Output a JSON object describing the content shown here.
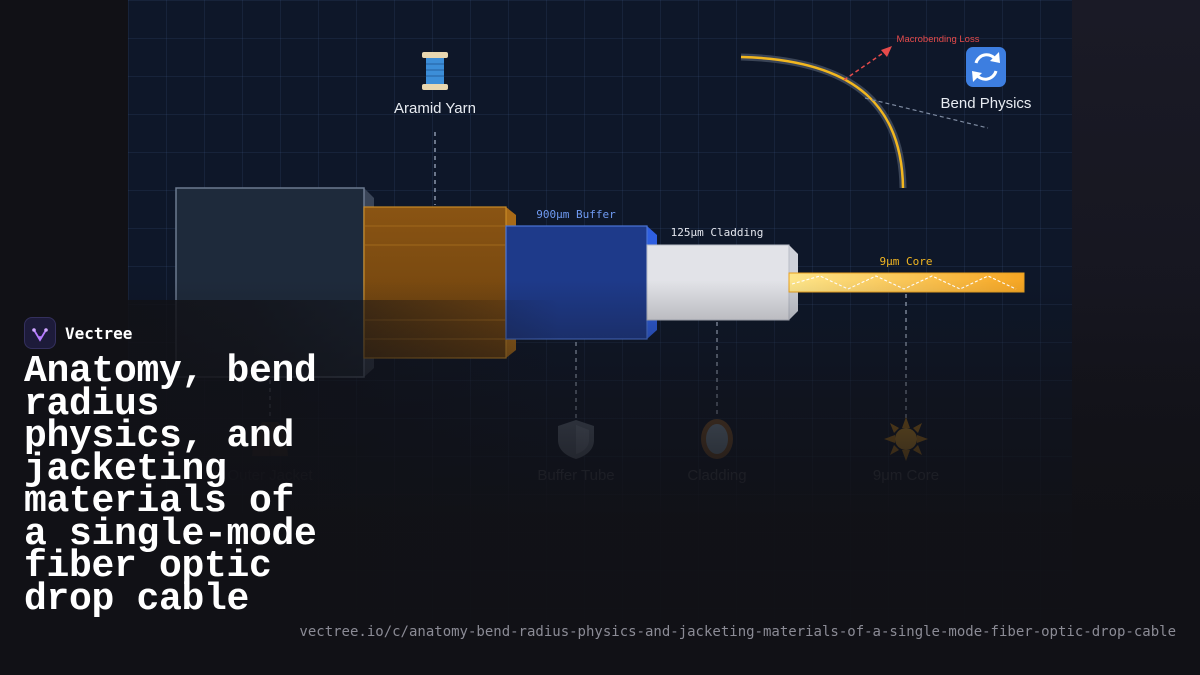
{
  "brand": {
    "name": "Vectree",
    "logo_icon": "vectree-logo-icon",
    "accent": "#b57bff"
  },
  "title": "Anatomy, bend radius physics, and jacketing materials of a single-mode fiber optic drop cable",
  "url": "vectree.io/c/anatomy-bend-radius-physics-and-jacketing-materials-of-a-single-mode-fiber-optic-drop-cable",
  "layers": {
    "aramid": {
      "label": "Aramid Yarn",
      "icon": "thread-spool-icon",
      "color": "#7a4a12"
    },
    "jacket": {
      "label": "Outer Jacket",
      "icon": "coat-icon",
      "color": "#1e2a3b"
    },
    "buffer": {
      "label": "Buffer Tube",
      "tag": "900μm Buffer",
      "icon": "shield-icon",
      "color": "#1e3a8a"
    },
    "cladding": {
      "label": "Cladding",
      "tag": "125μm Cladding",
      "icon": "mirror-icon",
      "color": "#e2e3e8"
    },
    "core": {
      "label": "9μm Core",
      "tag": "9μm Core",
      "icon": "sun-icon",
      "color": "#f7b522"
    }
  },
  "bend": {
    "label": "Bend Physics",
    "icon": "refresh-arrows-icon",
    "loss_label": "Macrobending Loss",
    "loss_color": "#e64b4b"
  }
}
